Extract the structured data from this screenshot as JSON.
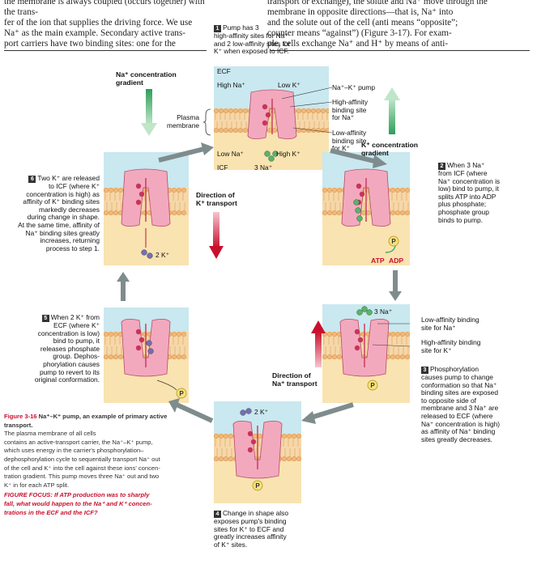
{
  "top_text": {
    "left_lines": [
      "the membrane is always coupled (occurs together) with the trans-",
      "fer of the ion that supplies the driving force. We use",
      "Na⁺ as the main example. Secondary active trans-",
      "port carriers have two binding sites: one for the"
    ],
    "right_lines": [
      "transport or exchange), the solute and Na⁺ move through the",
      "membrane in opposite directions—that is, Na⁺ into",
      "and the solute out of the cell (anti means “opposite”;",
      "counter means “against”) (Figure 3-17). For exam-",
      "ple, cells exchange Na⁺ and H⁺ by means of anti-"
    ]
  },
  "step1": {
    "num": "1",
    "lines": [
      "Pump has 3",
      "high-affinity sites for Na⁺",
      "and 2 low-affinity sites for",
      "K⁺ when exposed to ICF."
    ]
  },
  "main_panel": {
    "ecf": "ECF",
    "icf": "ICF",
    "high_na": "High Na⁺",
    "low_k": "Low K⁺",
    "low_na": "Low Na⁺",
    "high_k": "High K⁺",
    "three_na": "3 Na⁺"
  },
  "labels": {
    "na_gradient": [
      "Na⁺ concentration",
      "gradient"
    ],
    "k_gradient": [
      "K⁺ concentration",
      "gradient"
    ],
    "plasma_membrane": [
      "Plasma",
      "membrane"
    ],
    "pump": "Na⁺–K⁺ pump",
    "high_aff_na": [
      "High-affinity",
      "binding site",
      "for Na⁺"
    ],
    "low_aff_k": [
      "Low-affinity",
      "binding site",
      "for K⁺"
    ],
    "dir_k": [
      "Direction of",
      "K⁺ transport"
    ],
    "dir_na": [
      "Direction of",
      "Na⁺ transport"
    ],
    "low_aff_na": [
      "Low-affinity binding",
      "site for Na⁺"
    ],
    "high_aff_k": [
      "High-affinity binding",
      "site for K⁺"
    ],
    "atp": "ATP",
    "adp": "ADP",
    "p": "P",
    "two_k": "2 K⁺",
    "three_na": "3 Na⁺"
  },
  "step2": {
    "num": "2",
    "lines": [
      "When 3 Na⁺",
      "from ICF (where",
      "Na⁺ concentration is",
      "low) bind to pump, it",
      "splits ATP into ADP",
      "plus phosphate;",
      "phosphate group",
      "binds to pump."
    ]
  },
  "step3": {
    "num": "3",
    "lines": [
      "Phosphorylation",
      "causes pump to change",
      "conformation so that Na⁺",
      "binding sites are exposed",
      "to opposite side of",
      "membrane and 3 Na⁺ are",
      "released to ECF (where",
      "Na⁺ concentration is high)",
      "as affinity of Na⁺ binding",
      "sites greatly decreases."
    ]
  },
  "step4": {
    "num": "4",
    "lines": [
      "Change in shape also",
      "exposes pump's binding",
      "sites for K⁺ to ECF and",
      "greatly increases affinity",
      "of K⁺ sites."
    ]
  },
  "step5": {
    "num": "5",
    "lines": [
      "When 2 K⁺ from",
      "ECF (where K⁺",
      "concentration is low)",
      "bind to pump, it",
      "releases phosphate",
      "group. Dephos-",
      "phorylation causes",
      "pump to revert to its",
      "original conformation."
    ]
  },
  "step6": {
    "num": "6",
    "lines": [
      "Two K⁺ are released",
      "to ICF (where K⁺",
      "concentration is high) as",
      "affinity of K⁺ binding sites",
      "markedly decreases",
      "during change in shape.",
      "At the same time, affinity of",
      "Na⁺ binding sites greatly",
      "increases, returning",
      "process to step 1."
    ]
  },
  "caption": {
    "fig_label": "Figure 3-16",
    "fig_title": "Na⁺–K⁺ pump, an example of primary active transport.",
    "lines": [
      "The plasma membrane of all cells",
      "contains an active-transport carrier, the Na⁺–K⁺ pump,",
      "which uses energy in the carrier's phosphorylation–",
      "dephosphorylation cycle to sequentially transport Na⁺ out",
      "of the cell and K⁺ into the cell against these ions' concen-",
      "tration gradient. This pump moves three Na⁺ out and two",
      "K⁺ in for each ATP split."
    ],
    "focus_lines": [
      "FIGURE FOCUS: If ATP production was to sharply",
      "fall, what would happen to the Na⁺ and K⁺ concen-",
      "trations in the ECF and the ICF?"
    ]
  },
  "colors": {
    "ecf": "#c9e8ef",
    "icf": "#f9e3b0",
    "membrane": "#f0b878",
    "pump": "#f2a9be",
    "pump_dark": "#c8345a",
    "k_ion": "#5bb36b",
    "na_ion": "#7a6ab8",
    "arrow_gray": "#7f8c8d",
    "red_accent": "#c8102e"
  }
}
